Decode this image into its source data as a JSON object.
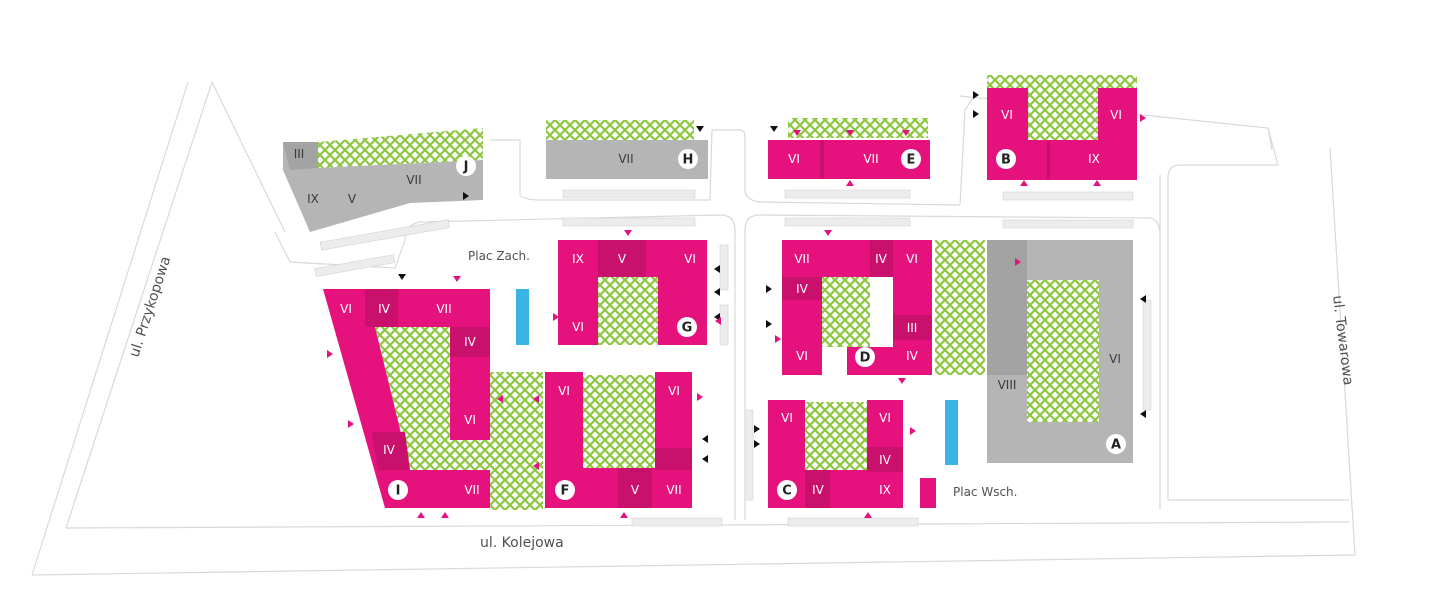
{
  "colors": {
    "building": "#e5127d",
    "building_dark": "#c8106c",
    "existing": "#b5b5b5",
    "existing_dark": "#a3a3a3",
    "green": "#8cc63f",
    "road_line": "#d9d9d9",
    "water": "#3ab4e6",
    "parking": "#e4e4e4",
    "text": "#505050"
  },
  "streets": {
    "przykopowa": "ul. Przykopowa",
    "towarowa": "ul. Towarowa",
    "kolejowa": "ul. Kolejowa"
  },
  "squares": {
    "west": "Plac Zach.",
    "east": "Plac Wsch."
  },
  "buildings": {
    "A": {
      "letter": "A",
      "floors": [
        "VIII",
        "VI"
      ]
    },
    "B": {
      "letter": "B",
      "floors": [
        "VI",
        "VI",
        "IX"
      ]
    },
    "C": {
      "letter": "C",
      "floors": [
        "VI",
        "VI",
        "IV",
        "IV",
        "IX"
      ]
    },
    "D": {
      "letter": "D",
      "floors": [
        "VII",
        "IV",
        "VI",
        "IV",
        "III",
        "VI",
        "IV"
      ]
    },
    "E": {
      "letter": "E",
      "floors": [
        "VI",
        "VII"
      ]
    },
    "F": {
      "letter": "F",
      "floors": [
        "VI",
        "VI",
        "V",
        "VII"
      ]
    },
    "G": {
      "letter": "G",
      "floors": [
        "IX",
        "V",
        "VI",
        "VI"
      ]
    },
    "H": {
      "letter": "H",
      "floors": [
        "VII"
      ]
    },
    "I": {
      "letter": "I",
      "floors": [
        "VI",
        "IV",
        "VII",
        "IV",
        "VI",
        "IV",
        "VII"
      ]
    },
    "J": {
      "letter": "J",
      "floors": [
        "III",
        "IX",
        "V",
        "VII"
      ]
    }
  }
}
